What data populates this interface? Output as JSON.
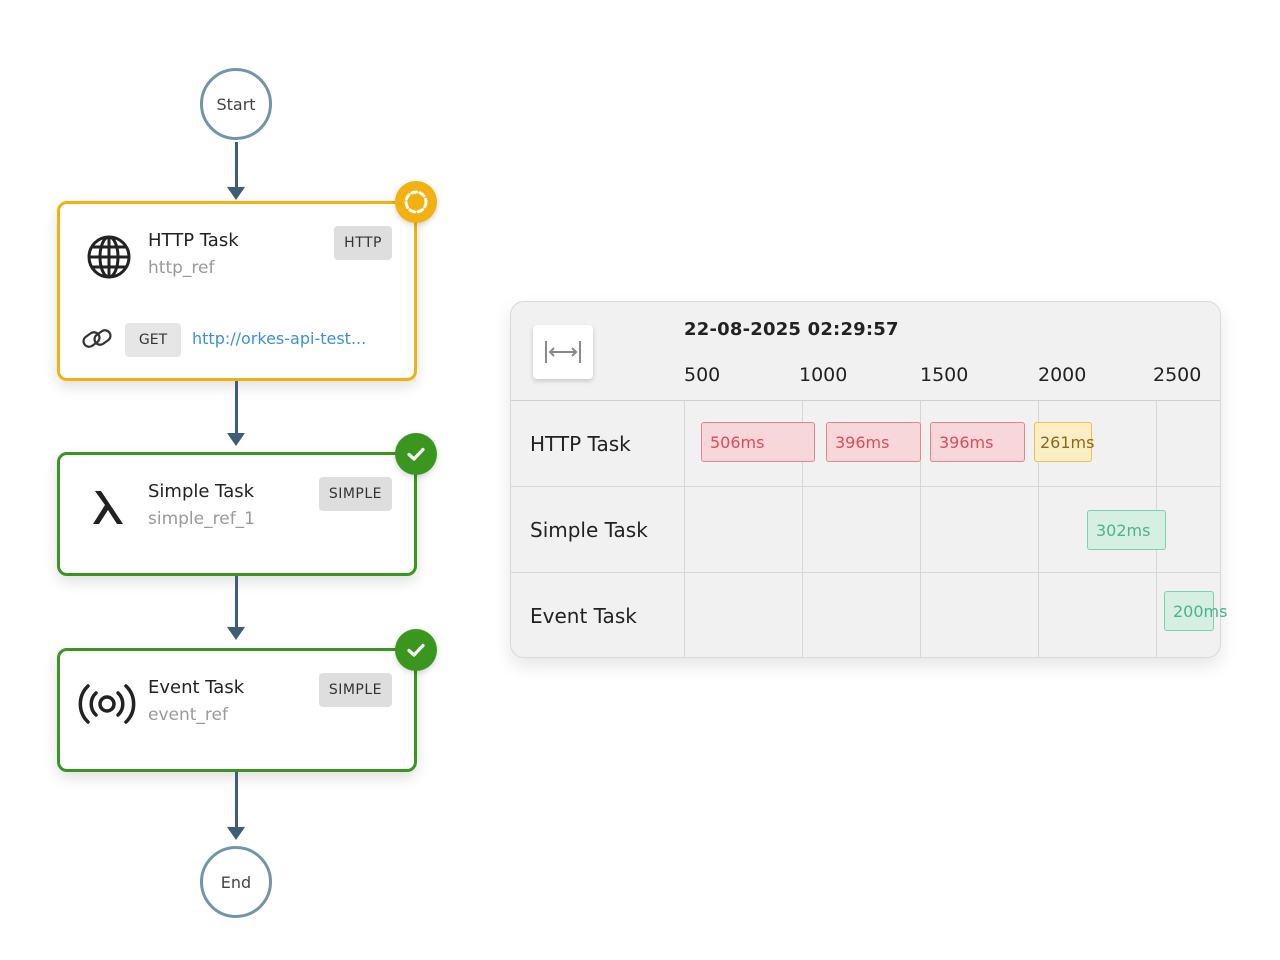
{
  "workflow": {
    "start_label": "Start",
    "end_label": "End",
    "tasks": [
      {
        "title": "HTTP Task",
        "ref": "http_ref",
        "type": "HTTP",
        "status": "running",
        "icon": "globe-icon",
        "method": "GET",
        "url": "http://orkes-api-test..."
      },
      {
        "title": "Simple Task",
        "ref": "simple_ref_1",
        "type": "SIMPLE",
        "status": "completed",
        "icon": "lambda-icon"
      },
      {
        "title": "Event Task",
        "ref": "event_ref",
        "type": "SIMPLE",
        "status": "completed",
        "icon": "broadcast-icon"
      }
    ],
    "colors": {
      "running": "#f2b011",
      "completed": "#3a961e",
      "connector": "#3f5d7a",
      "terminal": "#7096a8"
    }
  },
  "timeline": {
    "timestamp": "22-08-2025 02:29:57",
    "ticks": [
      "500",
      "1000",
      "1500",
      "2000",
      "2500"
    ],
    "rows": [
      {
        "label": "HTTP Task",
        "bars": [
          {
            "text": "506ms",
            "color": "red"
          },
          {
            "text": "396ms",
            "color": "red"
          },
          {
            "text": "396ms",
            "color": "red"
          },
          {
            "text": "261ms",
            "color": "yellow"
          }
        ]
      },
      {
        "label": "Simple Task",
        "bars": [
          {
            "text": "302ms",
            "color": "green"
          }
        ]
      },
      {
        "label": "Event Task",
        "bars": [
          {
            "text": "200ms",
            "color": "green"
          }
        ]
      }
    ],
    "colors": {
      "red": "#e6858e",
      "yellow": "#f1c14a",
      "green": "#7fceac"
    }
  }
}
